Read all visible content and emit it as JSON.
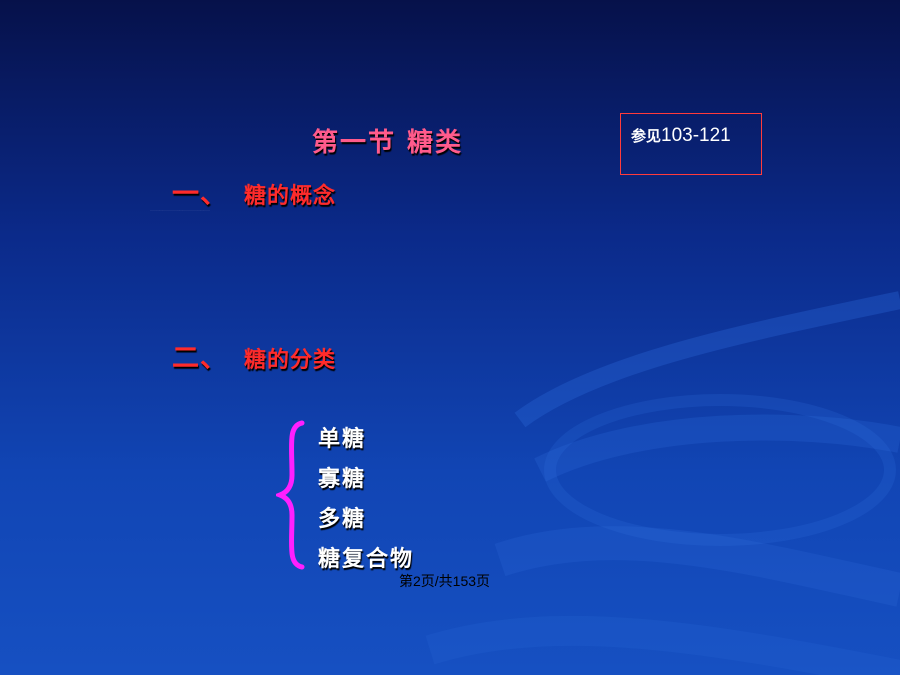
{
  "slide": {
    "title": "第一节  糖类",
    "reference": {
      "prefix": "参见",
      "pages": "103-121"
    },
    "section1": {
      "number": "一、",
      "text": "糖的概念"
    },
    "section2": {
      "number": "二、",
      "text": "糖的分类"
    },
    "tiny_text": "·······························································",
    "classification": [
      "单糖",
      "寡糖",
      "多糖",
      "糖复合物"
    ],
    "footer": "第2页/共153页"
  },
  "colors": {
    "background_top": "#06114a",
    "background_bottom": "#1650c2",
    "title": "#ff5b8c",
    "heading": "#ff2b2b",
    "brace": "#ff1fff",
    "box_border": "#ff3b3b",
    "list_text": "#ffffff"
  }
}
